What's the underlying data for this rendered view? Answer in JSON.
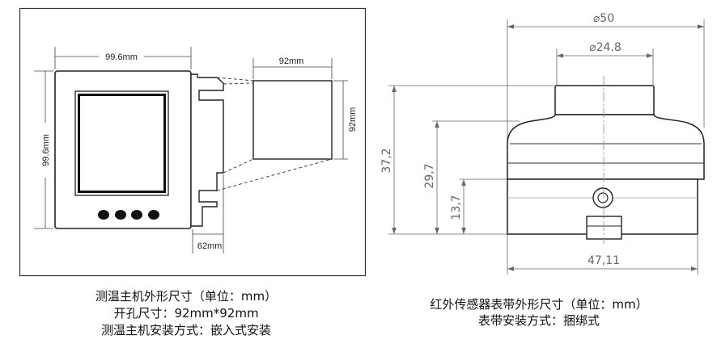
{
  "left_drawing": {
    "dimensions": {
      "panel_width": "99.6mm",
      "panel_height": "99.6mm",
      "cutout_width": "92mm",
      "cutout_height": "92mm",
      "depth": "62mm"
    },
    "captions": [
      "测温主机外形尺寸（单位：mm）",
      "开孔尺寸：92mm*92mm",
      "测温主机安装方式：嵌入式安装"
    ]
  },
  "right_drawing": {
    "dimensions": {
      "outer_diameter": "⌀50",
      "top_diameter": "⌀24.8",
      "total_height": "37,2",
      "dome_height": "29,7",
      "base_height": "13,7",
      "base_width": "47,11"
    },
    "captions": [
      "红外传感器表带外形尺寸（单位：mm）",
      "表带安装方式：捆绑式"
    ]
  },
  "colors": {
    "outline": "#222222",
    "dimension_line": "#666666",
    "centerline": "#bb8888",
    "text": "#111111"
  }
}
